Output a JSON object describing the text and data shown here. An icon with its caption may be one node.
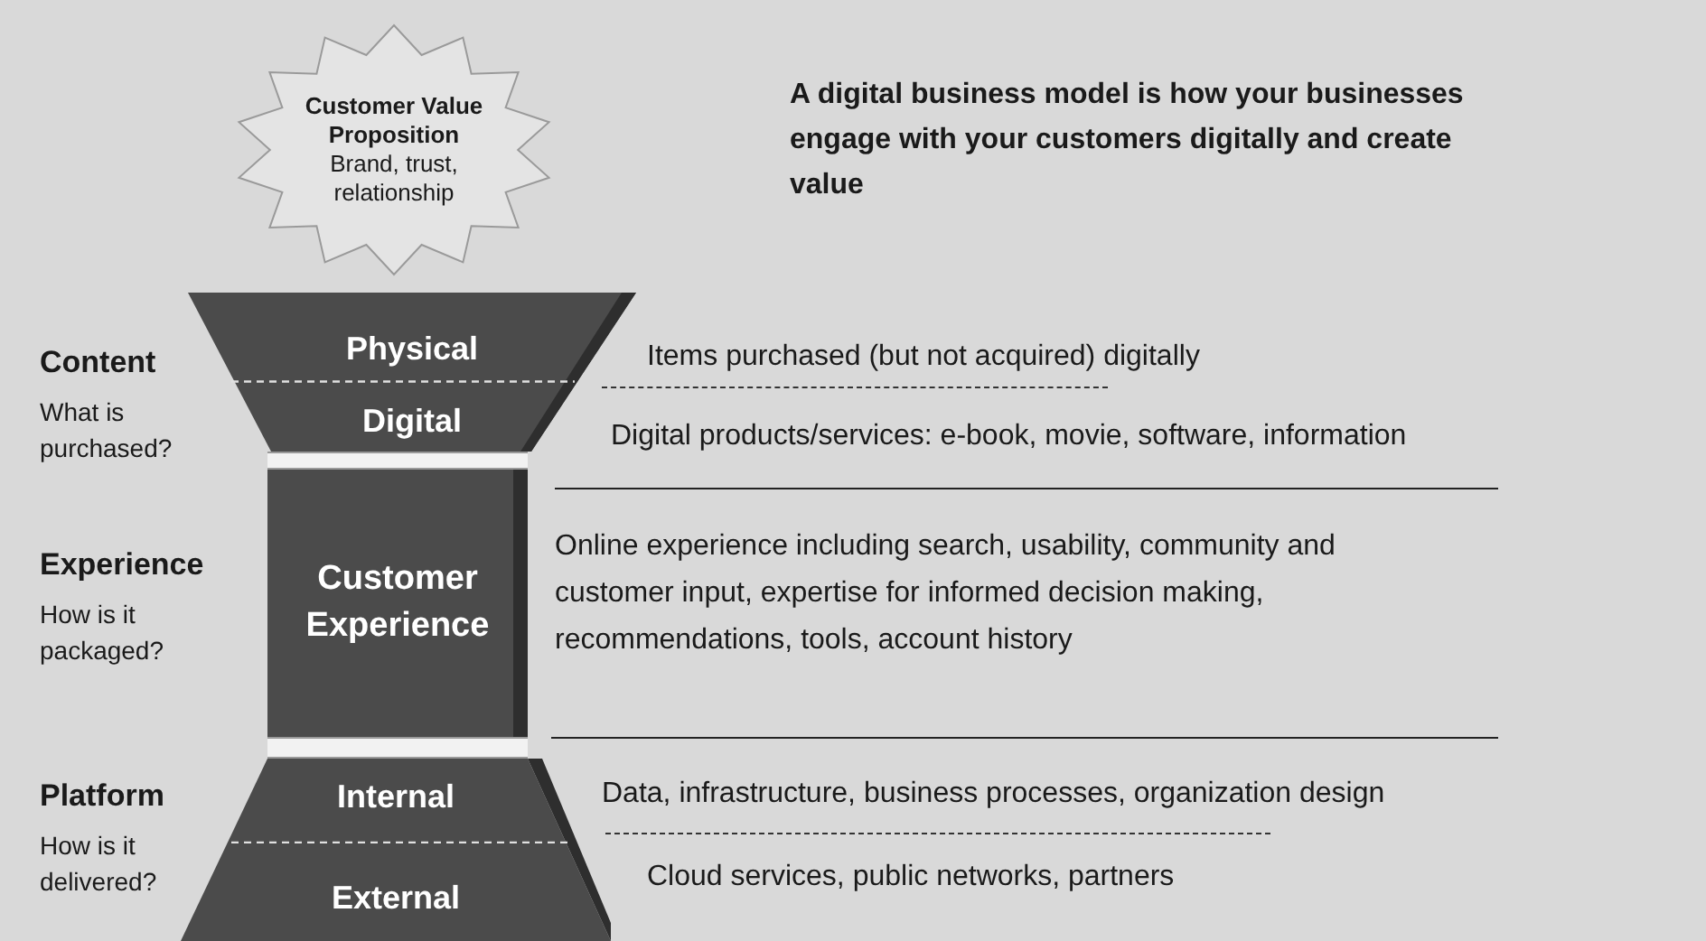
{
  "diagram": {
    "title": "A digital business model is how your businesses engage with your customers digitally and create value",
    "nodes": [
      {
        "text": [
          "Customer Value Proposition",
          "Brand, trust, relationship"
        ]
      },
      {
        "text": [
          "Physical",
          "Digital"
        ]
      },
      {
        "text": [
          "Customer Experience"
        ]
      },
      {
        "text": [
          "Internal",
          "External"
        ]
      }
    ],
    "edges": [],
    "labels": [
      "Content",
      "What is purchased?",
      "Items purchased (but not acquired) digitally",
      "Digital products/services: e-book, movie, software, information",
      "Experience",
      "How is it packaged?",
      "Online experience including search, usability, community and customer input, expertise for informed decision making, recommendations, tools, account history",
      "Platform",
      "How is it delivered?",
      "Data, infrastructure, business processes, organization design",
      "Cloud services, public networks, partners"
    ]
  }
}
